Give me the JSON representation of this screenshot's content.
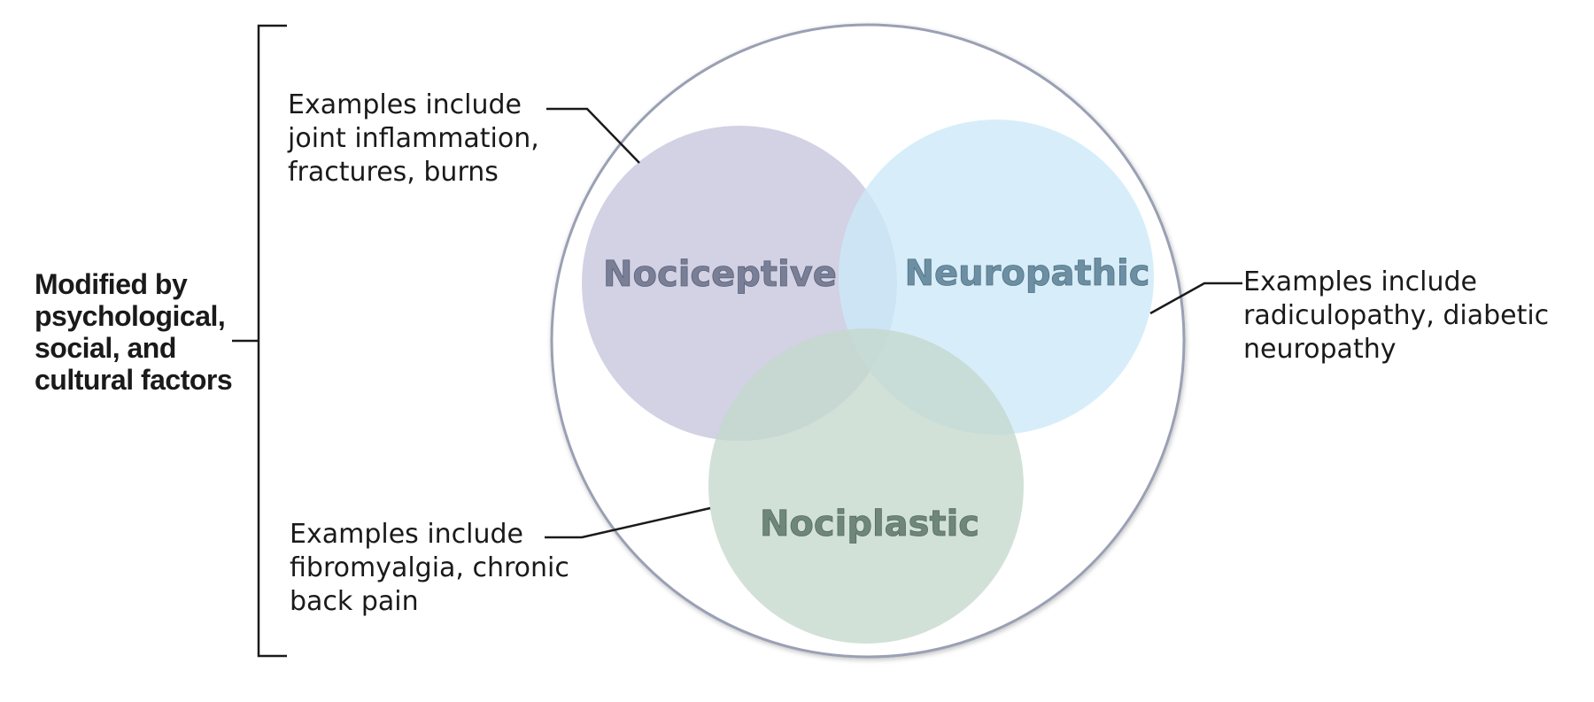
{
  "side_note": {
    "lines": [
      "Modified by",
      "psychological,",
      "social, and",
      "cultural factors"
    ]
  },
  "circles": {
    "nociceptive": {
      "label": "Nociceptive",
      "color": "#c5c5dc",
      "text_color": "#7a7f98"
    },
    "neuropathic": {
      "label": "Neuropathic",
      "color": "#cce9f9",
      "text_color": "#6c8fa4"
    },
    "nociplastic": {
      "label": "Nociplastic",
      "color": "#c4d9cd",
      "text_color": "#6f8778"
    }
  },
  "callouts": {
    "nociceptive": {
      "lines": [
        "Examples include",
        "joint inflammation,",
        "fractures, burns"
      ]
    },
    "neuropathic": {
      "lines": [
        "Examples include",
        "radiculopathy, diabetic",
        "neuropathy"
      ]
    },
    "nociplastic": {
      "lines": [
        "Examples include",
        "fibromyalgia, chronic",
        "back pain"
      ]
    }
  },
  "colors": {
    "outer_circle_stroke": "#9aa0b4",
    "line": "#1a1a1a"
  }
}
